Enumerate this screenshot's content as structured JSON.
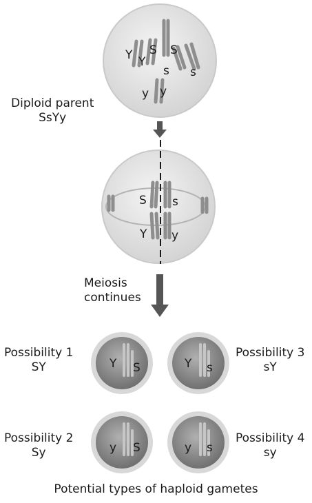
{
  "parent": {
    "label_line1": "Diploid parent",
    "label_line2": "SsYy",
    "alleles": [
      "Y",
      "Y",
      "S",
      "S",
      "s",
      "s",
      "y",
      "y"
    ]
  },
  "metaphase": {
    "alleles": [
      "S",
      "s",
      "Y",
      "y"
    ]
  },
  "step_label": {
    "line1": "Meiosis",
    "line2": "continues"
  },
  "gametes": [
    {
      "name": "Possibility 1",
      "genotype": "SY",
      "alleles": [
        "Y",
        "S"
      ]
    },
    {
      "name": "Possibility 3",
      "genotype": "sY",
      "alleles": [
        "Y",
        "s"
      ]
    },
    {
      "name": "Possibility 2",
      "genotype": "Sy",
      "alleles": [
        "y",
        "S"
      ]
    },
    {
      "name": "Possibility 4",
      "genotype": "sy",
      "alleles": [
        "y",
        "s"
      ]
    }
  ],
  "caption": "Potential types of haploid gametes",
  "colors": {
    "cell_fill": "#e6e6e6",
    "cell_edge": "#c9c9c9",
    "gamete_fill": "#8c8c8c",
    "gamete_rim": "#d8d8d8",
    "chromosome": "#9a9a9a",
    "arrow": "#555555"
  }
}
